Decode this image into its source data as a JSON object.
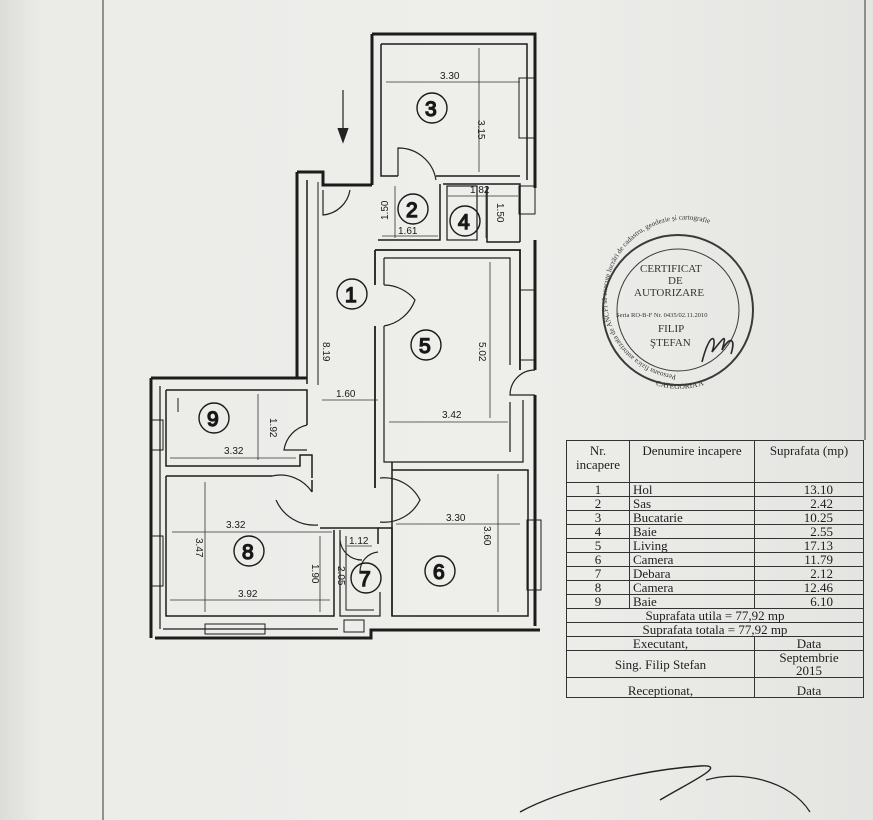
{
  "rooms": [
    {
      "id": "1",
      "label": "1"
    },
    {
      "id": "2",
      "label": "2"
    },
    {
      "id": "3",
      "label": "3"
    },
    {
      "id": "4",
      "label": "4"
    },
    {
      "id": "5",
      "label": "5"
    },
    {
      "id": "6",
      "label": "6"
    },
    {
      "id": "7",
      "label": "7"
    },
    {
      "id": "8",
      "label": "8"
    },
    {
      "id": "9",
      "label": "9"
    }
  ],
  "dimensions": {
    "r3_w": "3.30",
    "r3_h": "3.15",
    "r2_h": "1.50",
    "r2_w": "1.61",
    "r4_w": "1.82",
    "r4_h": "1.50",
    "r1_h": "8.19",
    "r1_w": "1.60",
    "r5_h": "5.02",
    "r5_w": "3.42",
    "r9_h": "1.92",
    "r9_w": "3.32",
    "r8_w_top": "3.32",
    "r8_h": "3.47",
    "r8_h2": "1.90",
    "r8_w_bottom": "3.92",
    "r7_w": "1.12",
    "r7_h": "2.05",
    "r6_w": "3.30",
    "r6_h": "3.60"
  },
  "stamp": {
    "ring_text": "Persoana fizica autorizata de ANCPI să execute lucrări de cadastru, geodezie și cartografie",
    "ring_bottom": "CATEGORIA A",
    "line1": "CERTIFICAT",
    "line2": "DE",
    "line3": "AUTORIZARE",
    "serial": "Seria RO-B-F Nr. 0435/02.11.2010",
    "name1": "FILIP",
    "name2": "ŞTEFAN"
  },
  "table": {
    "col_nr": "Nr. incapere",
    "col_name": "Denumire incapere",
    "col_area": "Suprafata (mp)",
    "rows": [
      {
        "nr": "1",
        "name": "Hol",
        "area": "13.10"
      },
      {
        "nr": "2",
        "name": "Sas",
        "area": "2.42"
      },
      {
        "nr": "3",
        "name": "Bucatarie",
        "area": "10.25"
      },
      {
        "nr": "4",
        "name": "Baie",
        "area": "2.55"
      },
      {
        "nr": "5",
        "name": "Living",
        "area": "17.13"
      },
      {
        "nr": "6",
        "name": "Camera",
        "area": "11.79"
      },
      {
        "nr": "7",
        "name": "Debara",
        "area": "2.12"
      },
      {
        "nr": "8",
        "name": "Camera",
        "area": "12.46"
      },
      {
        "nr": "9",
        "name": "Baie",
        "area": "6.10"
      }
    ],
    "utila": "Suprafata utila = 77,92 mp",
    "totala": "Suprafata totala = 77,92 mp",
    "executant_label": "Executant,",
    "data_label": "Data",
    "executant_name": "Sing. Filip Stefan",
    "data_value_1": "Septembrie",
    "data_value_2": "2015",
    "receptionat_label": "Receptionat,",
    "data_label_2": "Data"
  },
  "colors": {
    "ink": "#1a1a1a",
    "stamp": "#3a3a3a",
    "paper": "#ececea"
  }
}
